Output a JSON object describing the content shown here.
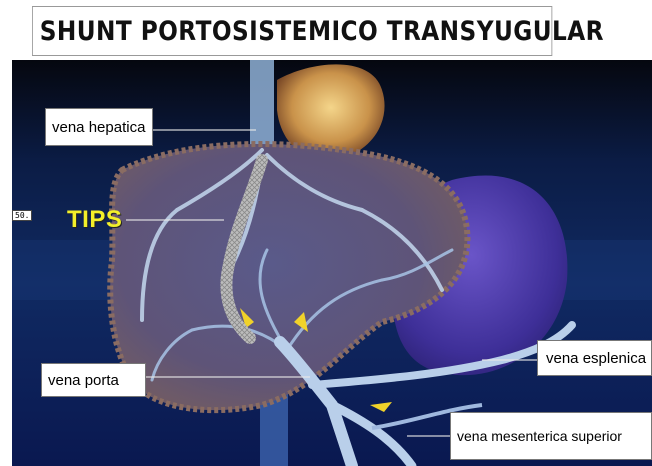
{
  "title": "SHUNT PORTOSISTEMICO TRANSYUGULAR",
  "labels": {
    "hepatic_vein": "vena hepatica",
    "tips": "TIPS",
    "portal_vein": "vena porta",
    "splenic_vein": "vena esplenica",
    "superior_mesenteric_vein": "vena mesenterica superior"
  },
  "side_tag": "50.",
  "colors": {
    "background_dark": "#0b1848",
    "liver": "#6e5f66",
    "spleen": "#4a3aa0",
    "vessel": "#c4d8ee",
    "tips_text": "#f3f02a",
    "stent": "#d4d4d4",
    "heart": "#e3c060"
  }
}
